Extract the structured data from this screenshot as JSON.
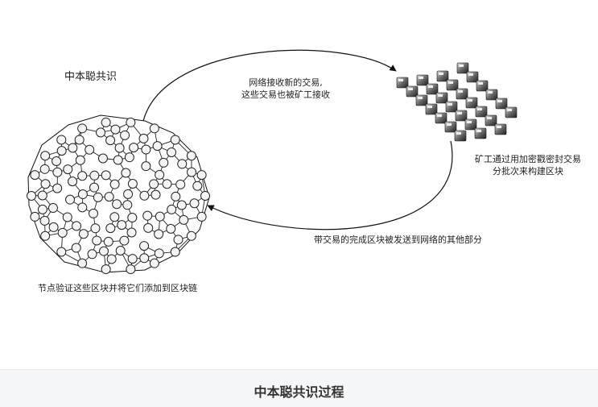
{
  "diagram": {
    "title": "中本聪共识",
    "edge_top_line1": "网络接收新的交易,",
    "edge_top_line2": "这些交易也被矿工接收",
    "miners_line1": "矿工通过用加密戳密封交易",
    "miners_line2": "分批次来构建区块",
    "edge_bottom": "带交易的完成区块被发送到网络的其他部分",
    "nodes_caption": "节点验证这些区块并将它们添加到区块链"
  },
  "caption": "中本聪共识过程"
}
